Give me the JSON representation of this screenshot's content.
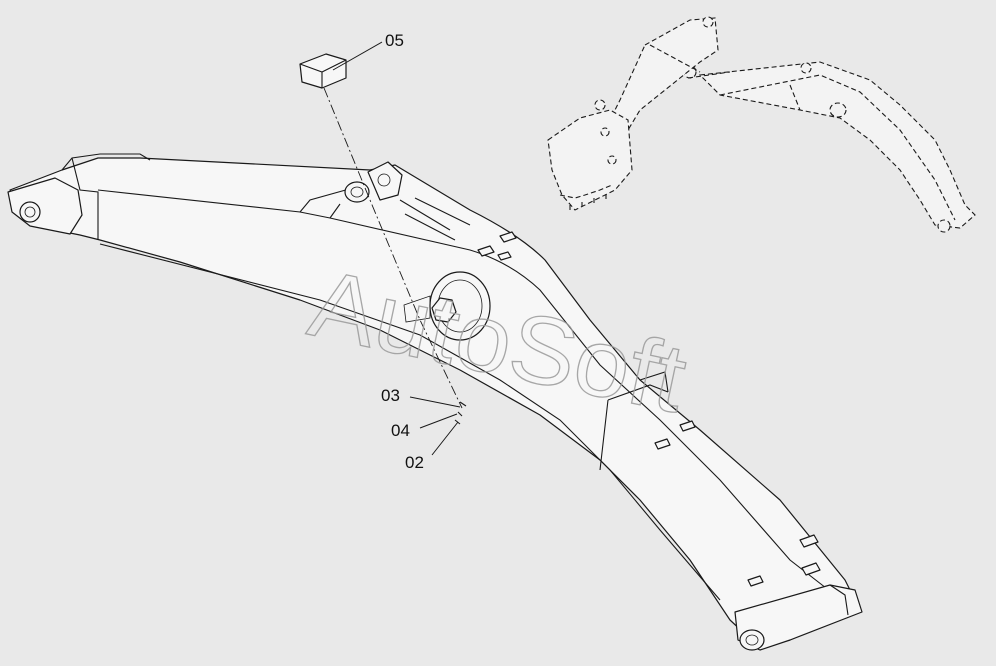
{
  "callouts": {
    "c05": "05",
    "c03": "03",
    "c04": "04",
    "c02": "02"
  },
  "watermark": "AutoSoft",
  "colors": {
    "background": "#e9e9e9",
    "line": "#1a1a1a",
    "watermark": "#9a9a9a"
  }
}
